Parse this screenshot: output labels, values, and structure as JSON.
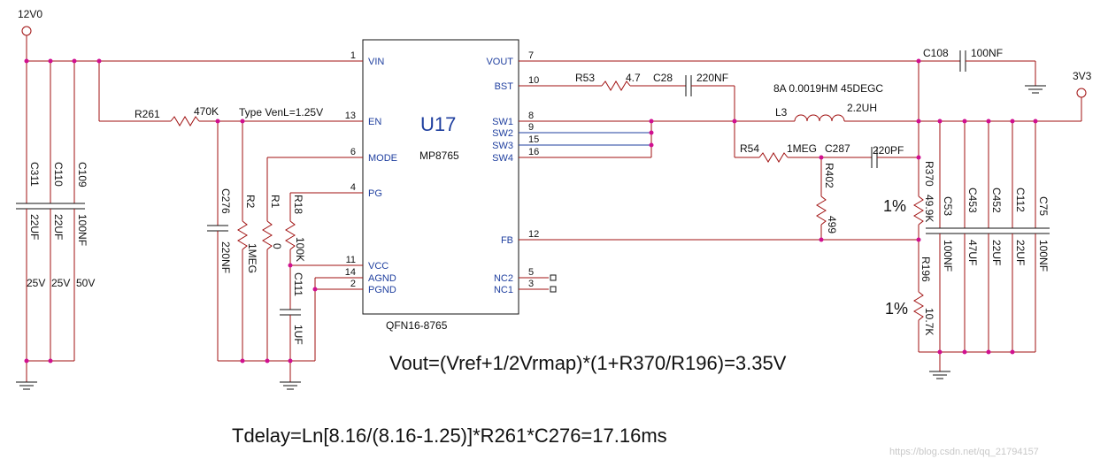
{
  "rails": {
    "input": "12V0",
    "output": "3V3"
  },
  "chip": {
    "ref": "U17",
    "part": "MP8765",
    "package": "QFN16-8765"
  },
  "pins_left": [
    {
      "name": "VIN",
      "num": "1"
    },
    {
      "name": "EN",
      "num": "13"
    },
    {
      "name": "MODE",
      "num": "6"
    },
    {
      "name": "PG",
      "num": "4"
    },
    {
      "name": "VCC",
      "num": "11"
    },
    {
      "name": "AGND",
      "num": "14"
    },
    {
      "name": "PGND",
      "num": "2"
    }
  ],
  "pins_right": [
    {
      "name": "VOUT",
      "num": "7"
    },
    {
      "name": "BST",
      "num": "10"
    },
    {
      "name": "SW1",
      "num": "8"
    },
    {
      "name": "SW2",
      "num": "9"
    },
    {
      "name": "SW3",
      "num": "15"
    },
    {
      "name": "SW4",
      "num": "16"
    },
    {
      "name": "FB",
      "num": "12"
    },
    {
      "name": "NC2",
      "num": "5"
    },
    {
      "name": "NC1",
      "num": "3"
    }
  ],
  "components": {
    "c311": {
      "ref": "C311",
      "value": "22UF",
      "rating": "25V"
    },
    "c110": {
      "ref": "C110",
      "value": "22UF",
      "rating": "25V"
    },
    "c109": {
      "ref": "C109",
      "value": "100NF",
      "rating": "50V"
    },
    "r261": {
      "ref": "R261",
      "value": "470K"
    },
    "c276": {
      "ref": "C276",
      "value": "220NF"
    },
    "r2": {
      "ref": "R2",
      "value": "1MEG"
    },
    "r1": {
      "ref": "R1",
      "value": "0"
    },
    "r18": {
      "ref": "R18",
      "value": "100K"
    },
    "c111": {
      "ref": "C111",
      "value": "1UF"
    },
    "r53": {
      "ref": "R53",
      "value": "4.7"
    },
    "c28": {
      "ref": "C28",
      "value": "220NF"
    },
    "l3": {
      "ref": "L3",
      "value": "2.2UH",
      "note": "8A 0.0019HM 45DEGC"
    },
    "r54": {
      "ref": "R54",
      "value": "1MEG"
    },
    "c287": {
      "ref": "C287",
      "value": "220PF"
    },
    "r402": {
      "ref": "R402",
      "value": "499"
    },
    "c108": {
      "ref": "C108",
      "value": "100NF"
    },
    "r370": {
      "ref": "R370",
      "value": "49.9K",
      "tol": "1%"
    },
    "r196": {
      "ref": "R196",
      "value": "10.7K",
      "tol": "1%"
    },
    "c53": {
      "ref": "C53",
      "value": "100NF"
    },
    "c453": {
      "ref": "C453",
      "value": "47UF"
    },
    "c452": {
      "ref": "C452",
      "value": "22UF"
    },
    "c112": {
      "ref": "C112",
      "value": "22UF"
    },
    "c75": {
      "ref": "C75",
      "value": "100NF"
    }
  },
  "notes": {
    "type_venl": "Type VenL=1.25V",
    "vout_formula": "Vout=(Vref+1/2Vrmap)*(1+R370/R196)=3.35V",
    "tdelay_formula": "Tdelay=Ln[8.16/(8.16-1.25)]*R261*C276=17.16ms"
  },
  "watermark": "https://blog.csdn.net/qq_21794157"
}
